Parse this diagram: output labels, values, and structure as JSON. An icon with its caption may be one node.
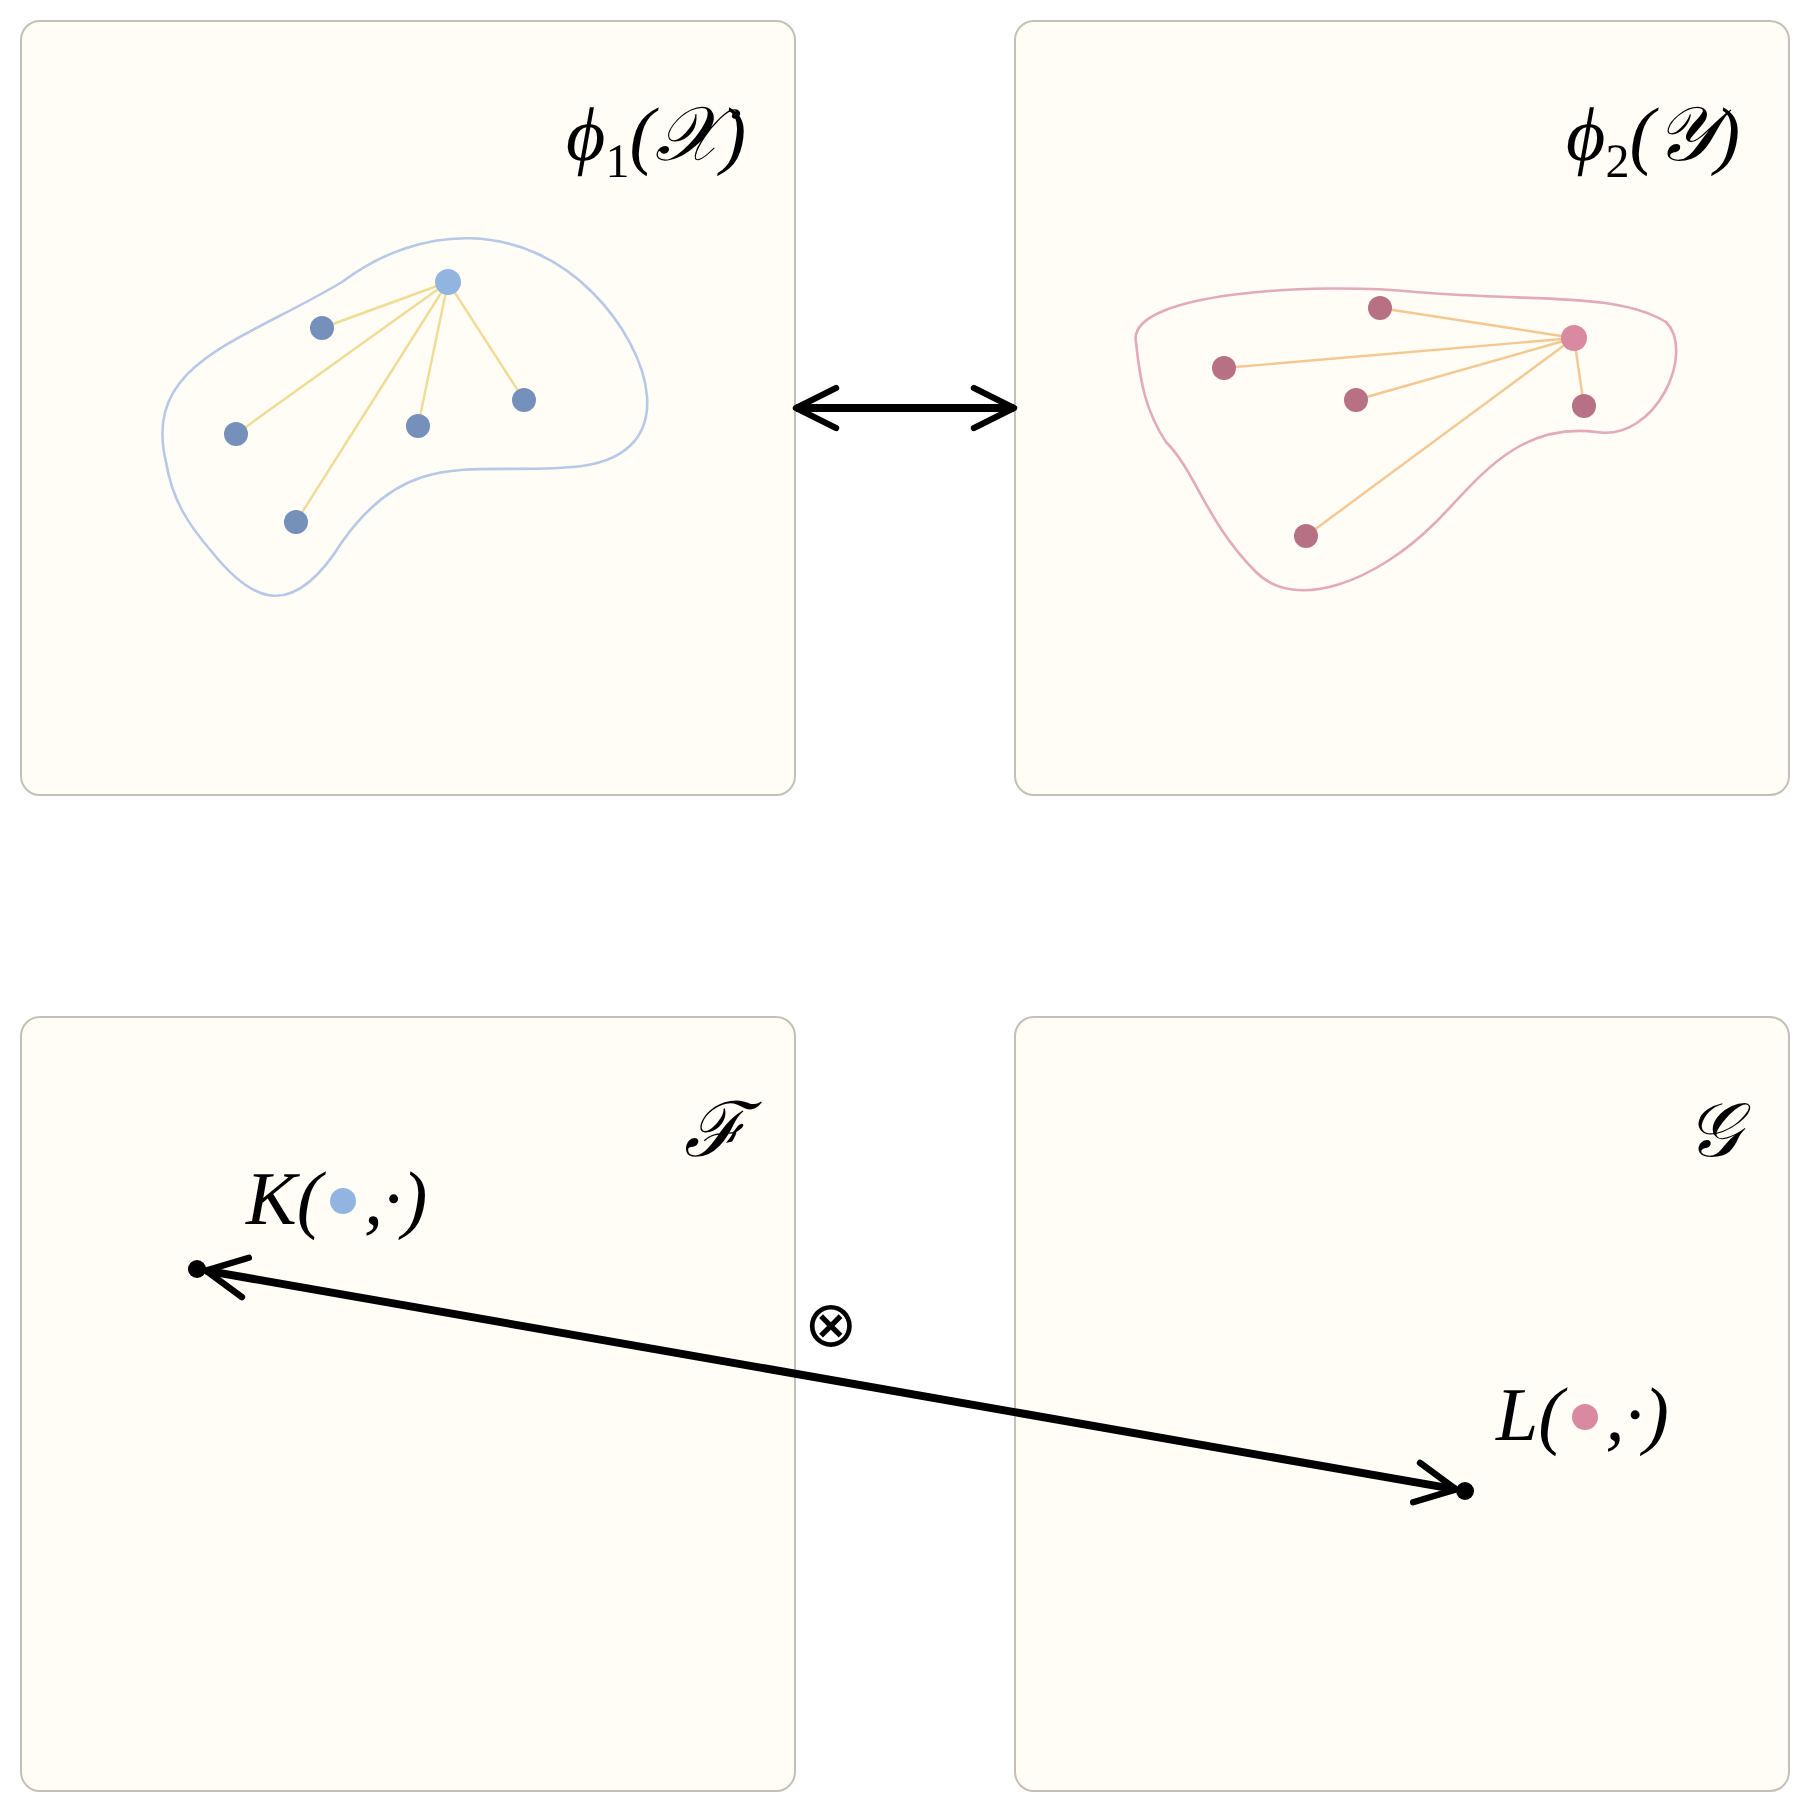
{
  "diagram": {
    "nodes": [
      {
        "text": [
          "ϕ$_{1}$(𝒳)"
        ]
      },
      {
        "text": [
          "ϕ$_{2}$(𝒴)"
        ]
      },
      {
        "text": [
          "ℱ"
        ]
      },
      {
        "text": [
          "𝒢"
        ]
      },
      {
        "text": [],
        "shape": "circle",
        "in": 2,
        "beside": [
          "K(",
          ",·)"
        ]
      },
      {
        "text": [],
        "shape": "circle",
        "in": 3,
        "beside": [
          "L(",
          ",·)"
        ]
      }
    ],
    "edges": [
      {
        "from": 0,
        "to": 1,
        "arrow": "both"
      },
      {
        "from": 4,
        "to": 5,
        "arrow": "both",
        "label": "⊗"
      }
    ]
  }
}
